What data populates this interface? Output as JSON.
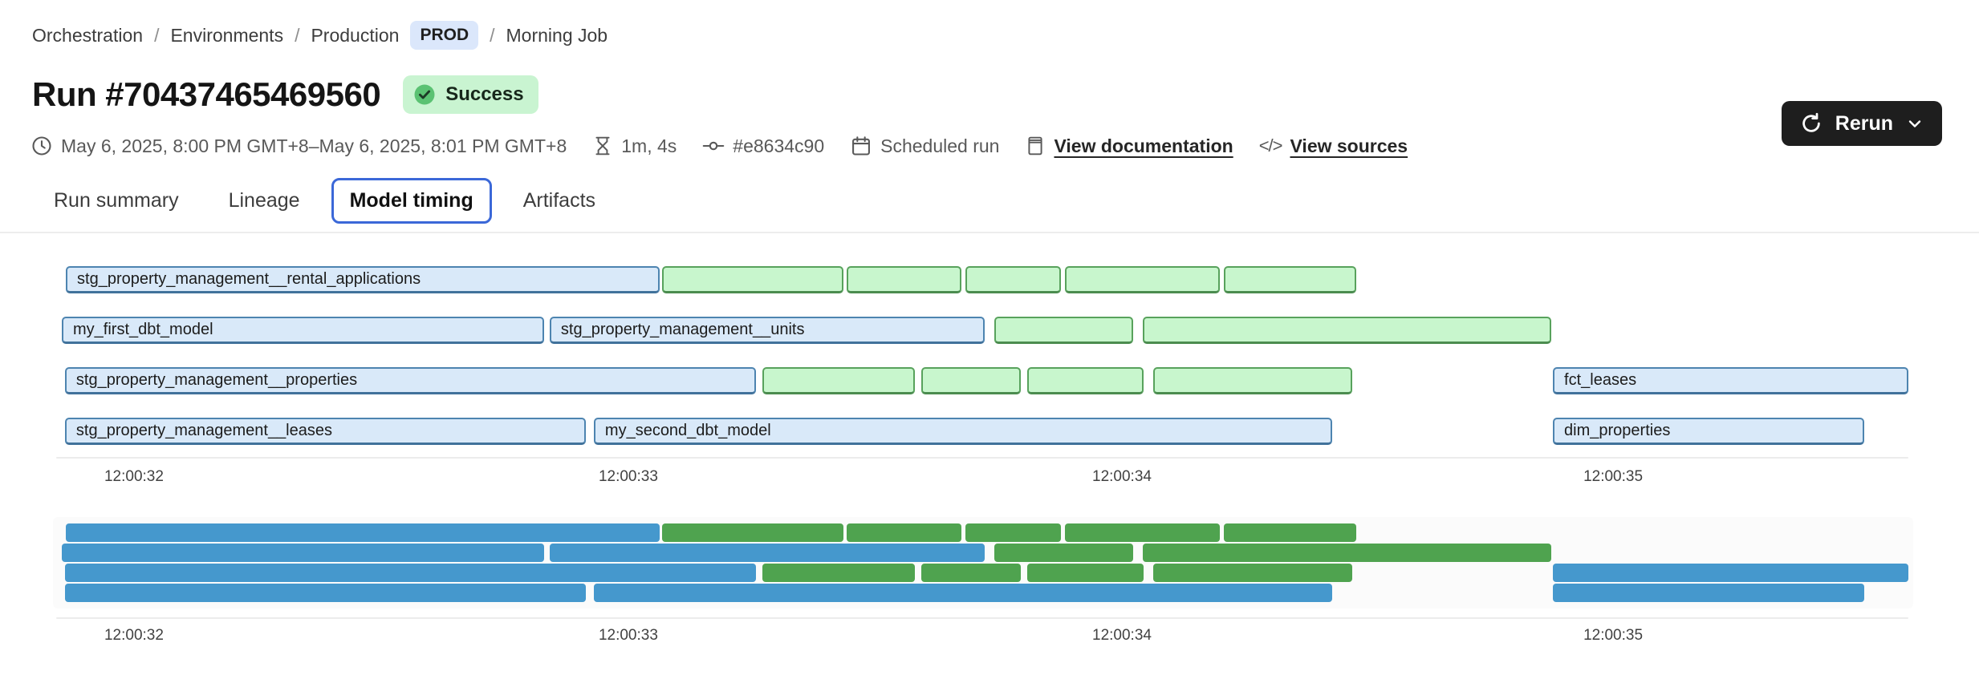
{
  "breadcrumb": {
    "separator": "/",
    "items": [
      "Orchestration",
      "Environments",
      "Production"
    ],
    "env_badge": "PROD",
    "last": "Morning Job"
  },
  "header": {
    "title": "Run #70437465469560",
    "status": "Success"
  },
  "meta": {
    "schedule": "May 6, 2025, 8:00 PM GMT+8–May 6, 2025, 8:01 PM GMT+8",
    "duration": "1m, 4s",
    "commit": "#e8634c90",
    "trigger": "Scheduled run",
    "doc_link": "View documentation",
    "sources_glyph": "</>",
    "sources_link": "View sources"
  },
  "rerun": {
    "label": "Rerun"
  },
  "tabs": {
    "items": [
      {
        "label": "Run summary",
        "active": false
      },
      {
        "label": "Lineage",
        "active": false
      },
      {
        "label": "Model timing",
        "active": true
      },
      {
        "label": "Artifacts",
        "active": false
      }
    ]
  },
  "colors": {
    "accent_tab_blue": "#3b68d8",
    "env_badge_bg": "#dbe7fb",
    "status_badge_bg": "#c9f4d1",
    "status_icon_green": "#5bc273",
    "rerun_bg": "#1e1e1e",
    "model_fill": "#d9e9f9",
    "model_border": "#4d84b0",
    "test_fill": "#c8f6cd",
    "test_border": "#58a25c",
    "minimap_model": "#4598cd",
    "minimap_test": "#4fa34f"
  },
  "chart_data": {
    "type": "gantt",
    "title": "Model timing",
    "legend_hint": "blue = models (labeled), green = tests (unlabeled)",
    "axis_ticks": [
      {
        "label": "12:00:32",
        "pos_pct": 3.91
      },
      {
        "label": "12:00:33",
        "pos_pct": 30.68
      },
      {
        "label": "12:00:34",
        "pos_pct": 57.41
      },
      {
        "label": "12:00:35",
        "pos_pct": 84.01
      }
    ],
    "rows": [
      {
        "bars": [
          {
            "label": "stg_property_management__rental_applications",
            "kind": "model",
            "left_pct": 0.22,
            "width_pct": 32.16,
            "t_start_s": 31.9,
            "t_end_s": 33.1
          },
          {
            "label": "",
            "kind": "test",
            "left_pct": 32.51,
            "width_pct": 9.82,
            "t_start_s": 33.1,
            "t_end_s": 33.4
          },
          {
            "label": "",
            "kind": "test",
            "left_pct": 42.5,
            "width_pct": 6.21,
            "t_start_s": 33.4,
            "t_end_s": 33.7
          },
          {
            "label": "",
            "kind": "test",
            "left_pct": 48.94,
            "width_pct": 5.17,
            "t_start_s": 33.7,
            "t_end_s": 33.9
          },
          {
            "label": "",
            "kind": "test",
            "left_pct": 54.32,
            "width_pct": 8.39,
            "t_start_s": 33.9,
            "t_end_s": 34.2
          },
          {
            "label": "",
            "kind": "test",
            "left_pct": 62.93,
            "width_pct": 7.17,
            "t_start_s": 34.2,
            "t_end_s": 34.5
          }
        ]
      },
      {
        "bars": [
          {
            "label": "my_first_dbt_model",
            "kind": "model",
            "left_pct": 0.0,
            "width_pct": 26.12,
            "t_start_s": 31.9,
            "t_end_s": 32.8
          },
          {
            "label": "stg_property_management__units",
            "kind": "model",
            "left_pct": 26.42,
            "width_pct": 23.55,
            "t_start_s": 32.8,
            "t_end_s": 33.7
          },
          {
            "label": "",
            "kind": "test",
            "left_pct": 50.5,
            "width_pct": 7.52,
            "t_start_s": 33.7,
            "t_end_s": 34.0
          },
          {
            "label": "",
            "kind": "test",
            "left_pct": 58.54,
            "width_pct": 22.12,
            "t_start_s": 34.0,
            "t_end_s": 34.9
          }
        ]
      },
      {
        "bars": [
          {
            "label": "stg_property_management__properties",
            "kind": "model",
            "left_pct": 0.17,
            "width_pct": 37.42,
            "t_start_s": 31.9,
            "t_end_s": 33.3
          },
          {
            "label": "",
            "kind": "test",
            "left_pct": 37.94,
            "width_pct": 8.26,
            "t_start_s": 33.3,
            "t_end_s": 33.6
          },
          {
            "label": "",
            "kind": "test",
            "left_pct": 46.55,
            "width_pct": 5.39,
            "t_start_s": 33.6,
            "t_end_s": 33.8
          },
          {
            "label": "",
            "kind": "test",
            "left_pct": 52.28,
            "width_pct": 6.3,
            "t_start_s": 33.8,
            "t_end_s": 34.0
          },
          {
            "label": "",
            "kind": "test",
            "left_pct": 59.1,
            "width_pct": 10.78,
            "t_start_s": 34.1,
            "t_end_s": 34.5
          },
          {
            "label": "fct_leases",
            "kind": "model",
            "left_pct": 80.75,
            "width_pct": 19.25,
            "t_start_s": 34.9,
            "t_end_s": 35.6
          }
        ]
      },
      {
        "bars": [
          {
            "label": "stg_property_management__leases",
            "kind": "model",
            "left_pct": 0.17,
            "width_pct": 28.21,
            "t_start_s": 31.9,
            "t_end_s": 32.9
          },
          {
            "label": "my_second_dbt_model",
            "kind": "model",
            "left_pct": 28.81,
            "width_pct": 39.98,
            "t_start_s": 32.9,
            "t_end_s": 34.4
          },
          {
            "label": "dim_properties",
            "kind": "model",
            "left_pct": 80.75,
            "width_pct": 16.86,
            "t_start_s": 34.9,
            "t_end_s": 35.5
          }
        ]
      }
    ]
  }
}
